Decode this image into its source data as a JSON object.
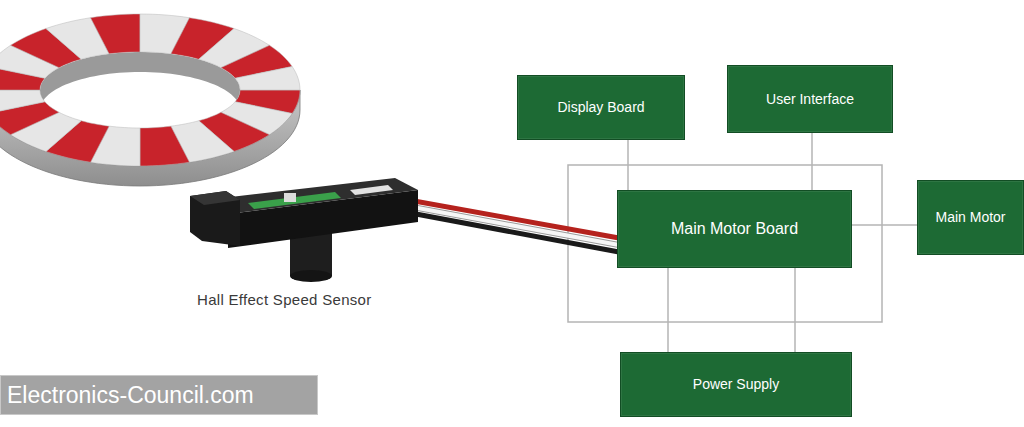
{
  "diagram": {
    "nodes": [
      {
        "text": [
          "Display Board"
        ]
      },
      {
        "text": [
          "User Interface"
        ]
      },
      {
        "text": [
          "Main Motor Board"
        ]
      },
      {
        "text": [
          "Main Motor"
        ]
      },
      {
        "text": [
          "Power Supply"
        ]
      }
    ],
    "edges": [
      {
        "from": 0,
        "to": 2,
        "arrow": "none"
      },
      {
        "from": 1,
        "to": 2,
        "arrow": "none"
      },
      {
        "from": 2,
        "to": 3,
        "arrow": "none"
      },
      {
        "from": 2,
        "to": 4,
        "arrow": "none"
      },
      {
        "from": 2,
        "to": 4,
        "arrow": "none"
      }
    ],
    "labels": [
      "Hall Effect Speed Sensor",
      "Electronics-Council.com"
    ]
  }
}
